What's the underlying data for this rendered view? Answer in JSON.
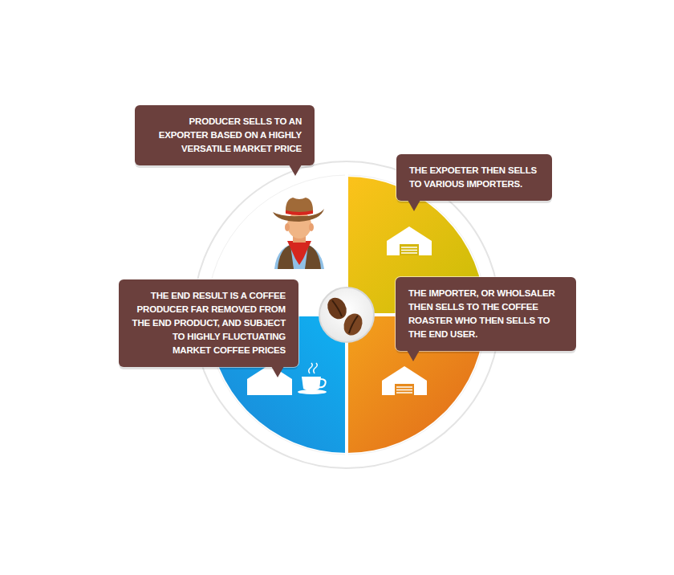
{
  "diagram": {
    "nodes": [
      {
        "text": [
          "PRODUCER SELLS TO AN EXPORTER BASED ON A HIGHLY VERSATILE MARKET PRICE"
        ]
      },
      {
        "text": [
          "THE EXPOETER THEN SELLS TO VARIOUS IMPORTERS."
        ]
      },
      {
        "text": [
          "THE IMPORTER, OR WHOLSALER THEN SELLS TO THE COFFEE ROASTER WHO THEN SELLS TO THE END USER."
        ]
      },
      {
        "text": [
          "THE END RESULT IS A COFFEE PRODUCER FAR REMOVED FROM THE END PRODUCT, AND SUBJECT TO HIGHLY FLUCTUATING MARKET COFFEE PRICES"
        ]
      }
    ]
  }
}
